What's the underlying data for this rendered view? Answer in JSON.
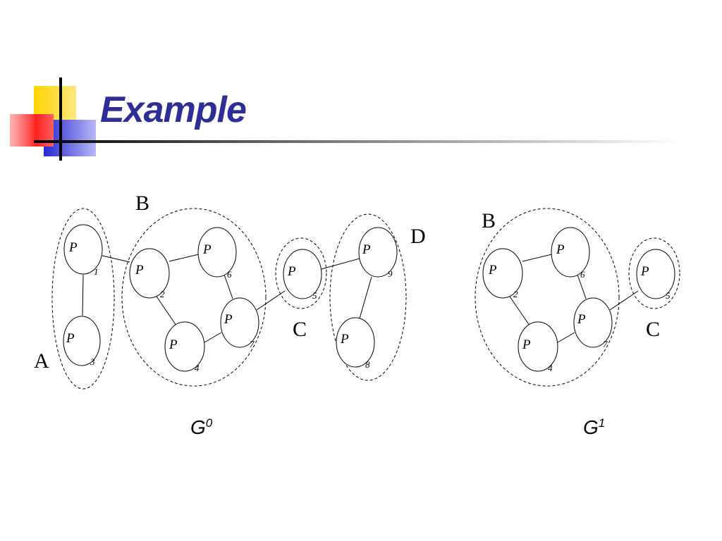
{
  "slide": {
    "title": "Example"
  },
  "diagram_g0": {
    "label": "G",
    "superscript": "0",
    "groups": [
      {
        "id": "A",
        "label": "A"
      },
      {
        "id": "B",
        "label": "B"
      },
      {
        "id": "C",
        "label": "C"
      },
      {
        "id": "D",
        "label": "D"
      }
    ],
    "nodes": [
      {
        "id": "1",
        "letter": "P",
        "sub": "1"
      },
      {
        "id": "2",
        "letter": "P",
        "sub": "2"
      },
      {
        "id": "3",
        "letter": "P",
        "sub": "3"
      },
      {
        "id": "4",
        "letter": "P",
        "sub": "4"
      },
      {
        "id": "5",
        "letter": "P",
        "sub": "5"
      },
      {
        "id": "6",
        "letter": "P",
        "sub": "6"
      },
      {
        "id": "7",
        "letter": "P",
        "sub": "7"
      },
      {
        "id": "8",
        "letter": "P",
        "sub": "8"
      },
      {
        "id": "9",
        "letter": "P",
        "sub": "9"
      }
    ],
    "edges": [
      [
        "1",
        "3"
      ],
      [
        "1",
        "2"
      ],
      [
        "2",
        "6"
      ],
      [
        "2",
        "4"
      ],
      [
        "6",
        "7"
      ],
      [
        "4",
        "7"
      ],
      [
        "7",
        "5"
      ],
      [
        "5",
        "9"
      ],
      [
        "9",
        "8"
      ]
    ]
  },
  "diagram_g1": {
    "label": "G",
    "superscript": "1",
    "groups": [
      {
        "id": "B",
        "label": "B"
      },
      {
        "id": "C",
        "label": "C"
      }
    ],
    "nodes": [
      {
        "id": "2",
        "letter": "P",
        "sub": "2"
      },
      {
        "id": "4",
        "letter": "P",
        "sub": "4"
      },
      {
        "id": "5",
        "letter": "P",
        "sub": "5"
      },
      {
        "id": "6",
        "letter": "P",
        "sub": "6"
      },
      {
        "id": "7",
        "letter": "P",
        "sub": "7"
      }
    ],
    "edges": [
      [
        "2",
        "6"
      ],
      [
        "2",
        "4"
      ],
      [
        "6",
        "7"
      ],
      [
        "4",
        "7"
      ],
      [
        "7",
        "5"
      ]
    ]
  }
}
